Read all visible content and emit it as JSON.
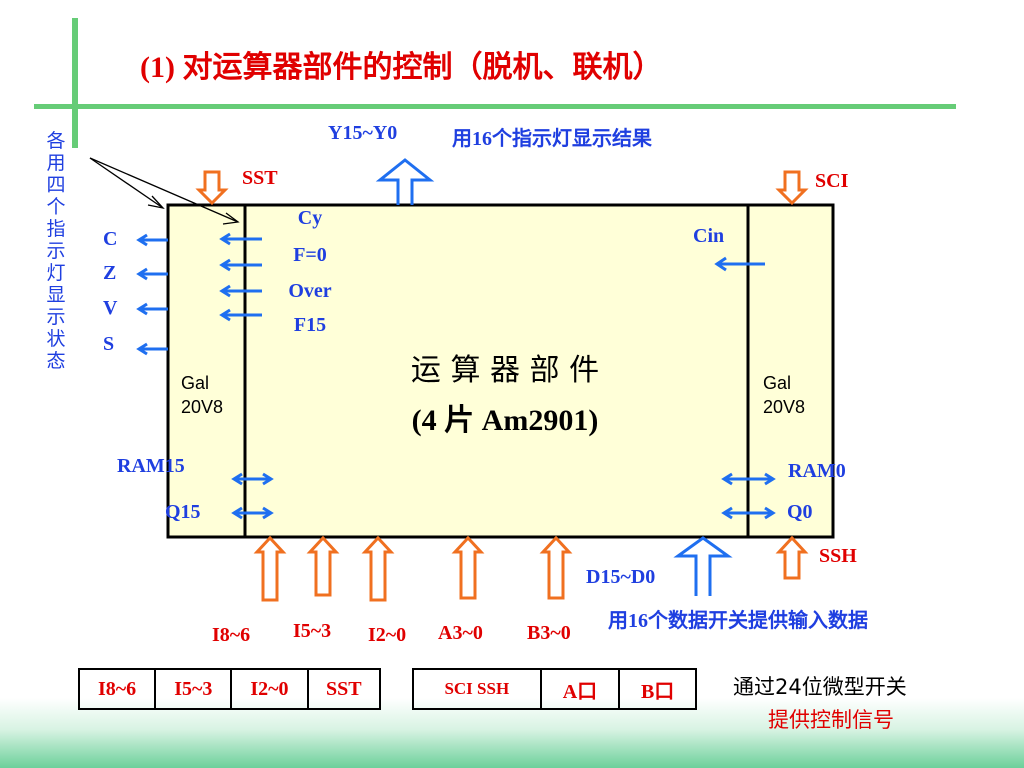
{
  "title": "(1) 对运算器部件的控制（脱机、联机）",
  "status_side_label": "各用四个指示灯显示状态",
  "top": {
    "result_label": "Y15~Y0",
    "result_desc": "用16个指示灯显示结果",
    "sst": "SST",
    "sci": "SCI"
  },
  "flags_out": [
    "C",
    "Z",
    "V",
    "S"
  ],
  "flags_in": [
    "Cy",
    "F=0",
    "Over",
    "F15"
  ],
  "cin": "Cin",
  "left_gal": [
    "Gal",
    "20V8"
  ],
  "right_gal": [
    "Gal",
    "20V8"
  ],
  "center": {
    "line1": "运 算 器 部 件",
    "line2": "(4 片 Am2901)"
  },
  "ram15": "RAM15",
  "q15": "Q15",
  "ram0": "RAM0",
  "q0": "Q0",
  "ssh": "SSH",
  "data_in_label": "D15~D0",
  "data_in_desc": "用16个数据开关提供输入数据",
  "bottom_inputs": [
    "I8~6",
    "I5~3",
    "I2~0",
    "A3~0",
    "B3~0"
  ],
  "table1": [
    "I8~6",
    "I5~3",
    "I2~0",
    "SST"
  ],
  "table2": [
    "SCI SSH",
    "A口",
    "B口"
  ],
  "note_line1": "通过24位微型开关",
  "note_line2": "提供控制信号",
  "colors": {
    "red": "#e00000",
    "blue": "#1f3fe0",
    "orange": "#f07020",
    "box_fill": "#ffffd8",
    "bar": "#66cc77"
  }
}
